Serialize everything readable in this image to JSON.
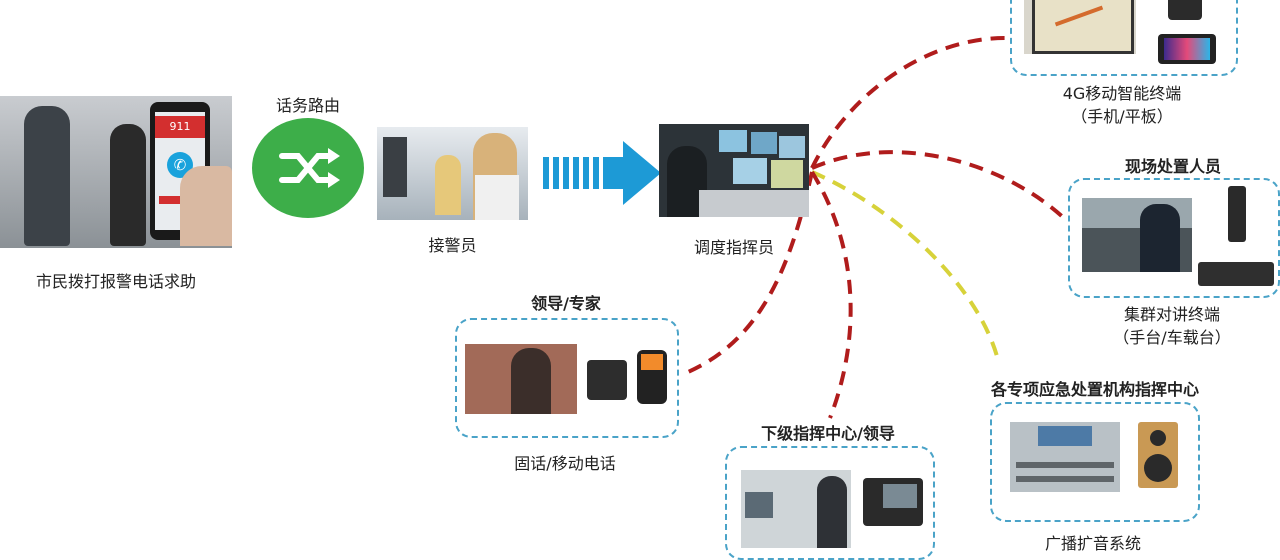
{
  "caller": {
    "label": "市民拨打报警电话求助",
    "phone_text": "911"
  },
  "routing": {
    "label": "话务路由"
  },
  "receiver": {
    "label": "接警员"
  },
  "dispatcher": {
    "label": "调度指挥员"
  },
  "mobile_terminal": {
    "line1": "4G移动智能终端",
    "line2": "（手机/平板）"
  },
  "field_staff": {
    "title": "现场处置人员",
    "line1": "集群对讲终端",
    "line2": "（手台/车载台）"
  },
  "leaders": {
    "title": "领导/专家",
    "caption": "固话/移动电话"
  },
  "sub_center": {
    "title": "下级指挥中心/领导"
  },
  "emergency": {
    "title": "各专项应急处置机构指挥中心",
    "caption": "广播扩音系统"
  },
  "colors": {
    "red_dash": "#b01c1c",
    "yellow_dash": "#d7d23a",
    "blue_arrow": "#1d9ad6",
    "green_circle": "#3dae49",
    "box_border": "#4aa3c8"
  }
}
